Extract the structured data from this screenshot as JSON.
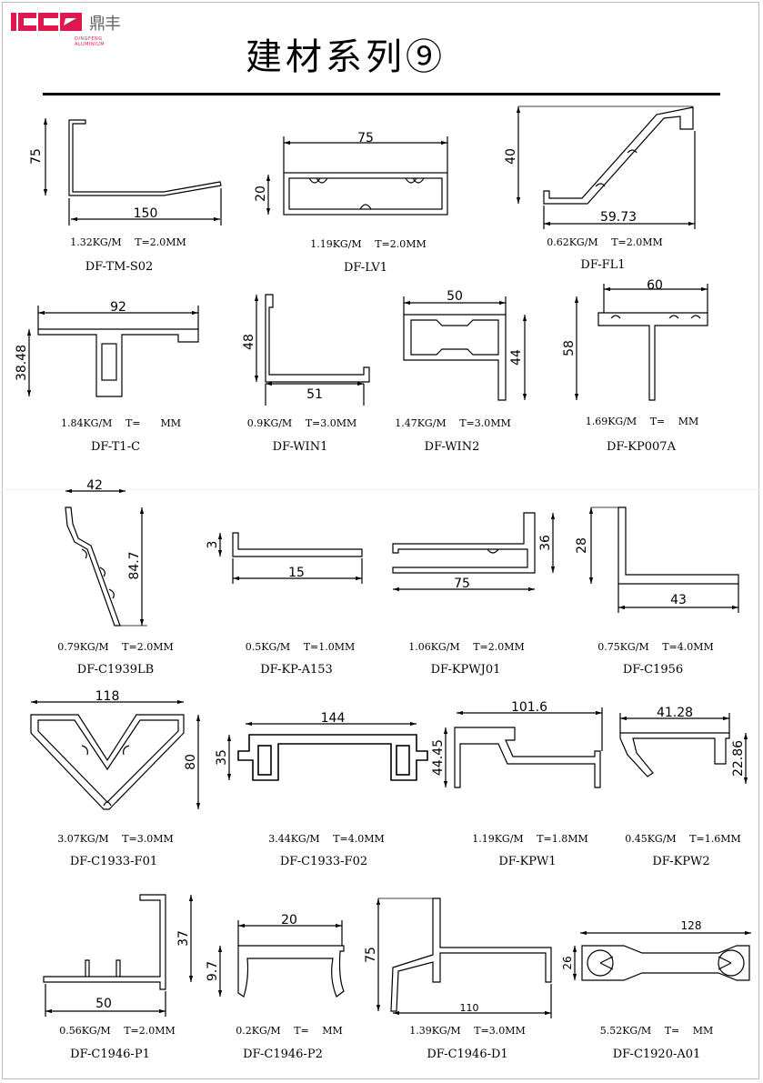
{
  "header": {
    "title": "建材系列⑨",
    "logo_text": "鼎丰",
    "logo_sub": "DINGFENG ALUMINIUM",
    "logo_mark": "DF"
  },
  "colors": {
    "brand": "#e0174f",
    "line": "#000000"
  },
  "profiles": [
    {
      "code": "DF-TM-S02",
      "spec": "1.32KG/M　 T=2.0MM",
      "dims": [
        "75",
        "150"
      ]
    },
    {
      "code": "DF-LV1",
      "spec": "1.19KG/M　 T=2.0MM",
      "dims": [
        "75",
        "20"
      ]
    },
    {
      "code": "DF-FL1",
      "spec": "0.62KG/M　 T=2.0MM",
      "dims": [
        "40",
        "59.73"
      ]
    },
    {
      "code": "DF-T1-C",
      "spec": "1.84KG/M　 T=　　MM",
      "dims": [
        "92",
        "38.48"
      ]
    },
    {
      "code": "DF-WIN1",
      "spec": "0.9KG/M　 T=3.0MM",
      "dims": [
        "48",
        "51"
      ]
    },
    {
      "code": "DF-WIN2",
      "spec": "1.47KG/M　 T=3.0MM",
      "dims": [
        "50",
        "44"
      ]
    },
    {
      "code": "DF-KP007A",
      "spec": "1.69KG/M　 T=　 MM",
      "dims": [
        "60",
        "58"
      ]
    },
    {
      "code": "DF-C1939LB",
      "spec": "0.79KG/M　 T=2.0MM",
      "dims": [
        "42",
        "84.7"
      ]
    },
    {
      "code": "DF-KP-A153",
      "spec": "0.5KG/M　 T=1.0MM",
      "dims": [
        "3",
        "15"
      ]
    },
    {
      "code": "DF-KPWJ01",
      "spec": "1.06KG/M　 T=2.0MM",
      "dims": [
        "36",
        "75"
      ]
    },
    {
      "code": "DF-C1956",
      "spec": "0.75KG/M　 T=4.0MM",
      "dims": [
        "28",
        "43"
      ]
    },
    {
      "code": "DF-C1933-F01",
      "spec": "3.07KG/M　 T=3.0MM",
      "dims": [
        "118",
        "80"
      ]
    },
    {
      "code": "DF-C1933-F02",
      "spec": "3.44KG/M　 T=4.0MM",
      "dims": [
        "144",
        "35"
      ]
    },
    {
      "code": "DF-KPW1",
      "spec": "1.19KG/M　 T=1.8MM",
      "dims": [
        "101.6",
        "44.45"
      ]
    },
    {
      "code": "DF-KPW2",
      "spec": "0.45KG/M　 T=1.6MM",
      "dims": [
        "41.28",
        "22.86"
      ]
    },
    {
      "code": "DF-C1946-P1",
      "spec": "0.56KG/M　 T=2.0MM",
      "dims": [
        "37",
        "50"
      ]
    },
    {
      "code": "DF-C1946-P2",
      "spec": "0.2KG/M　 T=　 MM",
      "dims": [
        "20",
        "9.7"
      ]
    },
    {
      "code": "DF-C1946-D1",
      "spec": "1.39KG/M　 T=3.0MM",
      "dims": [
        "75",
        "110"
      ]
    },
    {
      "code": "DF-C1920-A01",
      "spec": "5.52KG/M　 T=　 MM",
      "dims": [
        "128",
        "26"
      ]
    }
  ]
}
